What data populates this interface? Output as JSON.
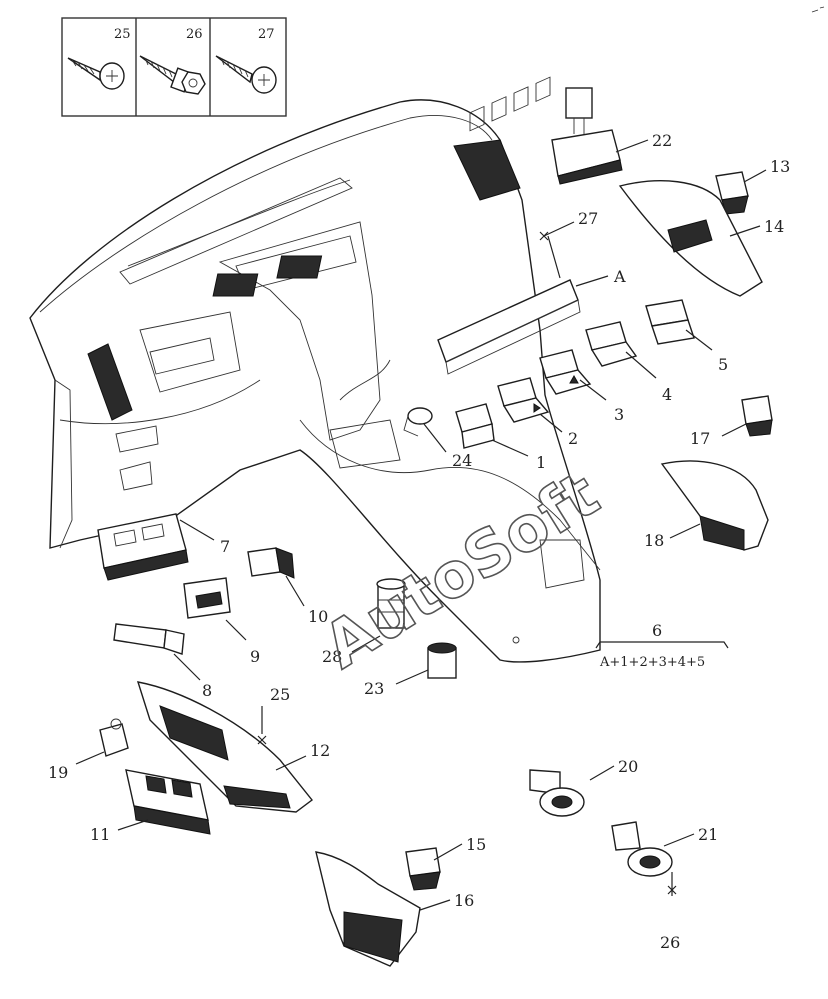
{
  "colors": {
    "ink": "#1e1e1e",
    "paper": "#ffffff",
    "watermark": "#555555"
  },
  "watermark": "AutoSoft",
  "screws": [
    {
      "id": "screw-25",
      "label": "25"
    },
    {
      "id": "screw-26",
      "label": "26"
    },
    {
      "id": "screw-27",
      "label": "27"
    }
  ],
  "callouts": {
    "c1": "1",
    "c2": "2",
    "c3": "3",
    "c4": "4",
    "c5": "5",
    "c6": "6",
    "c6_formula": "A+1+2+3+4+5",
    "c7": "7",
    "c8": "8",
    "c9": "9",
    "c10": "10",
    "c11": "11",
    "c12": "12",
    "c13": "13",
    "c14": "14",
    "c15": "15",
    "c16": "16",
    "c17": "17",
    "c18": "18",
    "c19": "19",
    "c20": "20",
    "c21": "21",
    "c22": "22",
    "c23": "23",
    "c24": "24",
    "c25": "25",
    "c26": "26",
    "c27": "27",
    "c28": "28",
    "cA": "A"
  }
}
